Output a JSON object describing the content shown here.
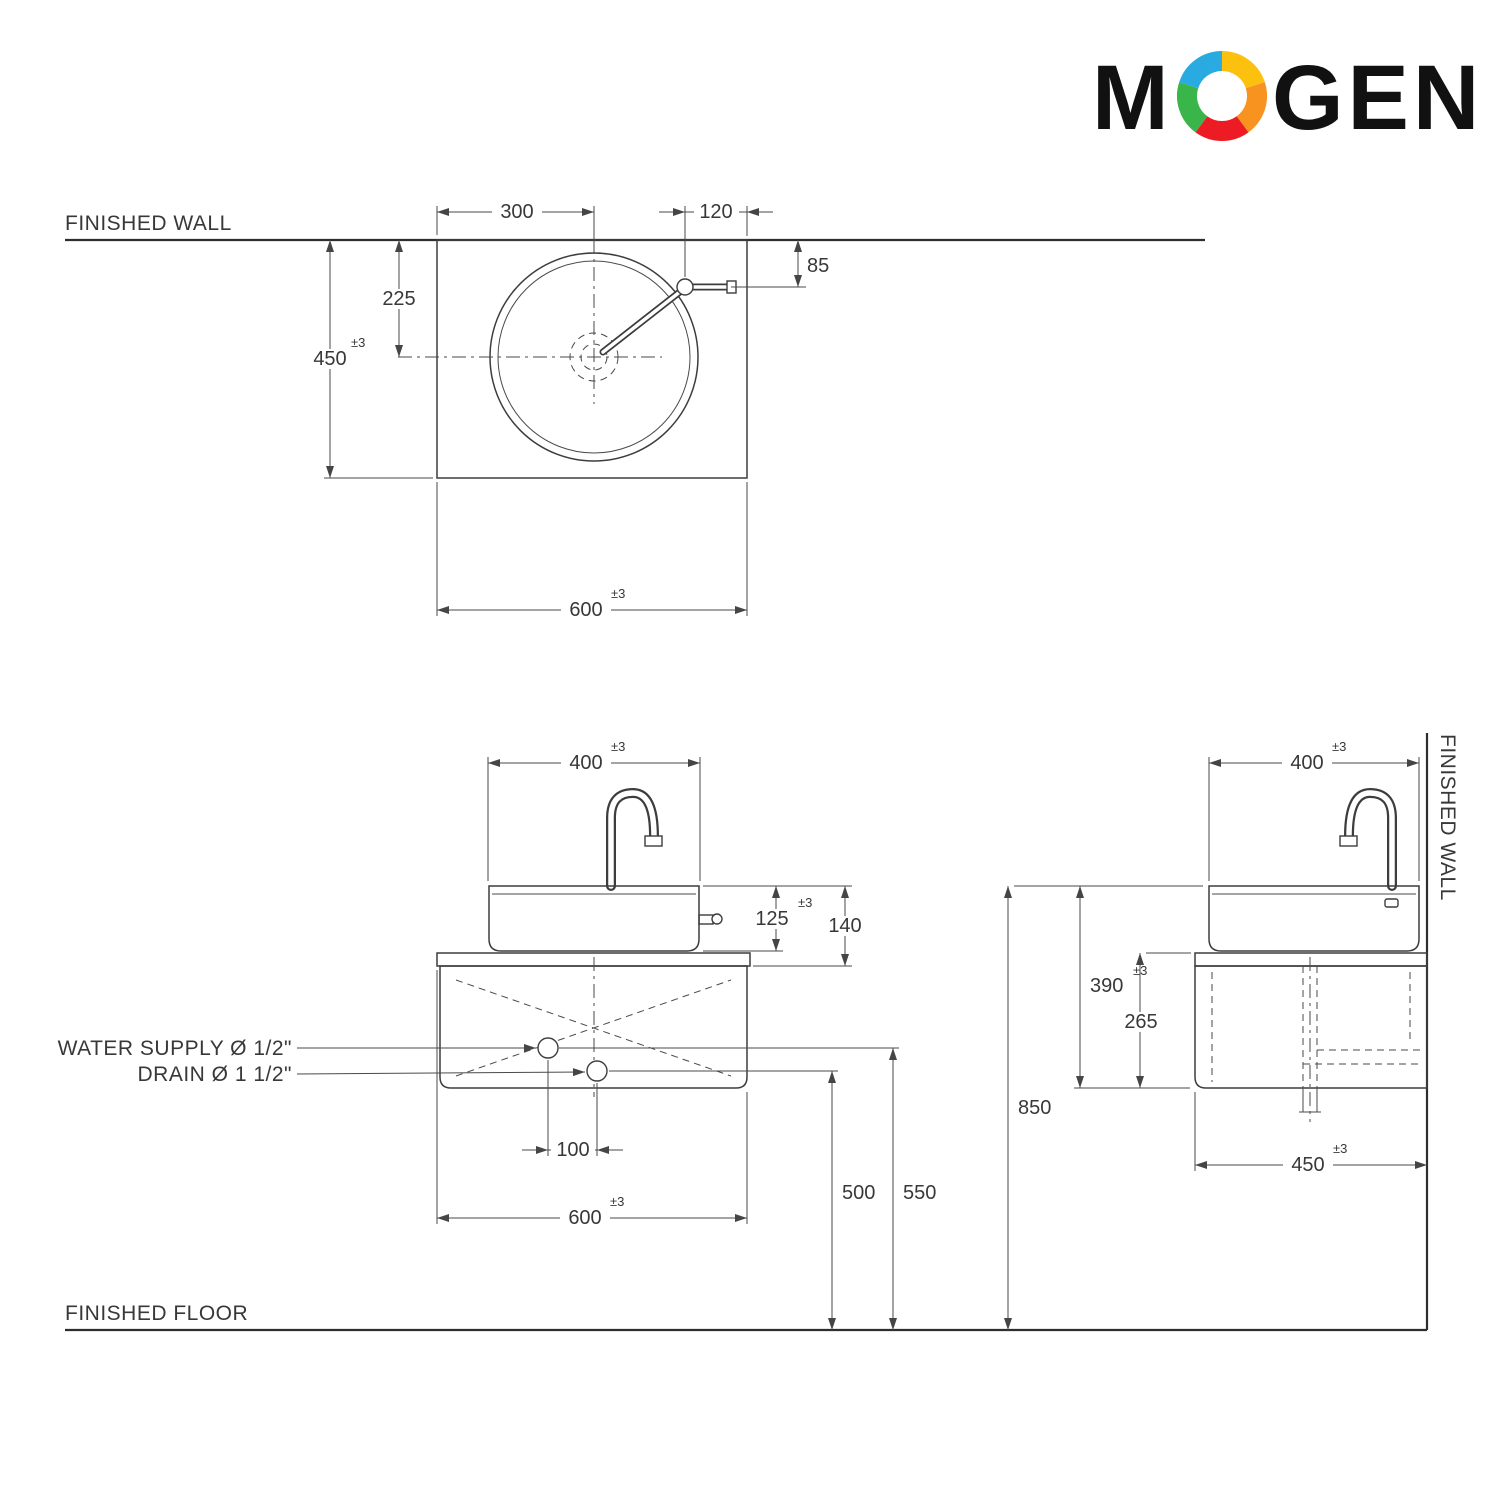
{
  "logo": {
    "m": "M",
    "gen": "GEN",
    "colors": {
      "blue": "#29abe2",
      "green": "#39b54a",
      "red": "#ed1c24",
      "orange": "#f7931e",
      "yellow": "#fcc10f"
    }
  },
  "labels": {
    "finished_wall_top": "FINISHED WALL",
    "finished_wall_side": "FINISHED WALL",
    "finished_floor": "FINISHED FLOOR",
    "water_supply": "WATER SUPPLY Ø 1/2\"",
    "drain": "DRAIN Ø 1 1/2\""
  },
  "plan_view": {
    "dim_left_to_center": "300",
    "dim_faucet_to_edge": "120",
    "dim_wall_to_faucet": "85",
    "dim_wall_to_center": "225",
    "dim_depth": {
      "value": "450",
      "tol": "±3"
    },
    "dim_width": {
      "value": "600",
      "tol": "±3"
    }
  },
  "front_view": {
    "dim_basin_width": {
      "value": "400",
      "tol": "±3"
    },
    "dim_basin_height": {
      "value": "125",
      "tol": "±3"
    },
    "dim_basin_counter_height": "140",
    "dim_supply_drain_offset": "100",
    "dim_counter_width": {
      "value": "600",
      "tol": "±3"
    },
    "dim_drain_height": "500",
    "dim_supply_height": "550",
    "dim_rim_height": "850"
  },
  "side_view": {
    "dim_basin_depth": {
      "value": "400",
      "tol": "±3"
    },
    "dim_basin_cabinet_height": {
      "value": "390",
      "tol": "±3"
    },
    "dim_counter_cabinet_height": "265",
    "dim_cabinet_depth": {
      "value": "450",
      "tol": "±3"
    }
  }
}
